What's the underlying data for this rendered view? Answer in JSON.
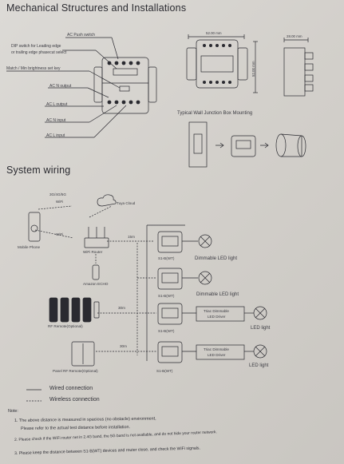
{
  "sections": {
    "mechanical_title": "Mechanical Structures and Installations",
    "wiring_title": "System wiring"
  },
  "mechanical": {
    "callouts": [
      "AC Push switch",
      "DIP switch for Leading edge",
      "or trailing edge phasecut select",
      "Match / Min brightness set key",
      "AC N output",
      "AC L output",
      "AC N input",
      "AC L input"
    ],
    "dimensions": {
      "width": "52.00 mm",
      "height": "52.00 mm",
      "depth": "28.00 mm"
    },
    "mounting_title": "Typical Wall Junction Box Mounting"
  },
  "wiring": {
    "network_label": "3G/4G/5G",
    "network_sub": "WiFi",
    "cloud_label": "Tuya Cloud",
    "phone_label": "Mobile Phone",
    "wifi_label": "WiFi",
    "router_label": "WiFi Router",
    "echo_label": "Amazon ECHO",
    "rf_remote_label": "RF Remote(Optional)",
    "panel_remote_label": "Panel RF Remote(Optional)",
    "distance_15m": "15m",
    "distance_30m": "30m",
    "device_label": "S1-B(WT)",
    "dimmable_led": "Dimmable LED light",
    "triac_driver_line1": "Triac Dimmable",
    "triac_driver_line2": "LED Driver",
    "led_light": "LED light"
  },
  "legend": {
    "wired": "Wired connection",
    "wireless": "Wireless connection"
  },
  "notes": {
    "title": "Note:",
    "line1": "1. The above distance is measured in spacious (no obstacle) environment,",
    "line1b": "Please refer to the actual test distance before installation.",
    "line2": "2. Please check if the WiFi router net in 2.4G band, the 5G band is not available, and do not hide your router network.",
    "line3": "3. Please keep the distance between S1-B(WT) devices and router close, and check the WiFi signals."
  },
  "colors": {
    "ink": "#2a2a30",
    "paper": "#d6d3ce"
  }
}
